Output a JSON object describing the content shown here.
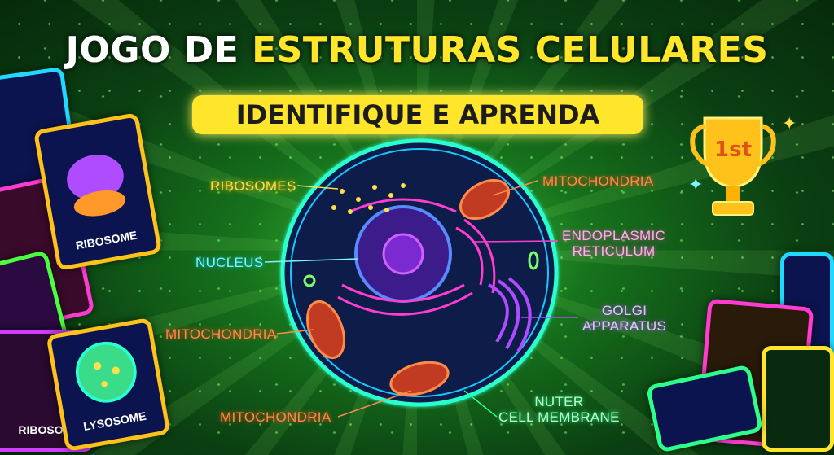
{
  "title": {
    "part1": "JOGO DE",
    "part2": "ESTRUTURAS CELULARES"
  },
  "subtitle": "IDENTIFIQUE E APRENDA",
  "labels": {
    "ribosomes": "RIBOSOMES",
    "nucleus": "NUCLEUS",
    "mito_left": "MITOCHONDRIA",
    "mito_bottom": "MITOCHONDRIA",
    "mito_right": "MITOCHONDRIA",
    "er_1": "ENDOPLASMIC",
    "er_2": "RETICULUM",
    "golgi_1": "GOLGI",
    "golgi_2": "APPARATUS",
    "membrane_1": "NUTER",
    "membrane_2": "CELL MEMBRANE"
  },
  "cards": {
    "ribosome": "RIBOSOME",
    "lysosome": "LYSOSOME",
    "partial": "RIBOSO"
  },
  "trophy": {
    "text": "1st"
  },
  "colors": {
    "yellow": "#ffe62b",
    "orange": "#ff8a4a",
    "cyan": "#7ff4ff",
    "pink": "#ff3ccf",
    "violet": "#b04cff",
    "green": "#2cff8a"
  }
}
